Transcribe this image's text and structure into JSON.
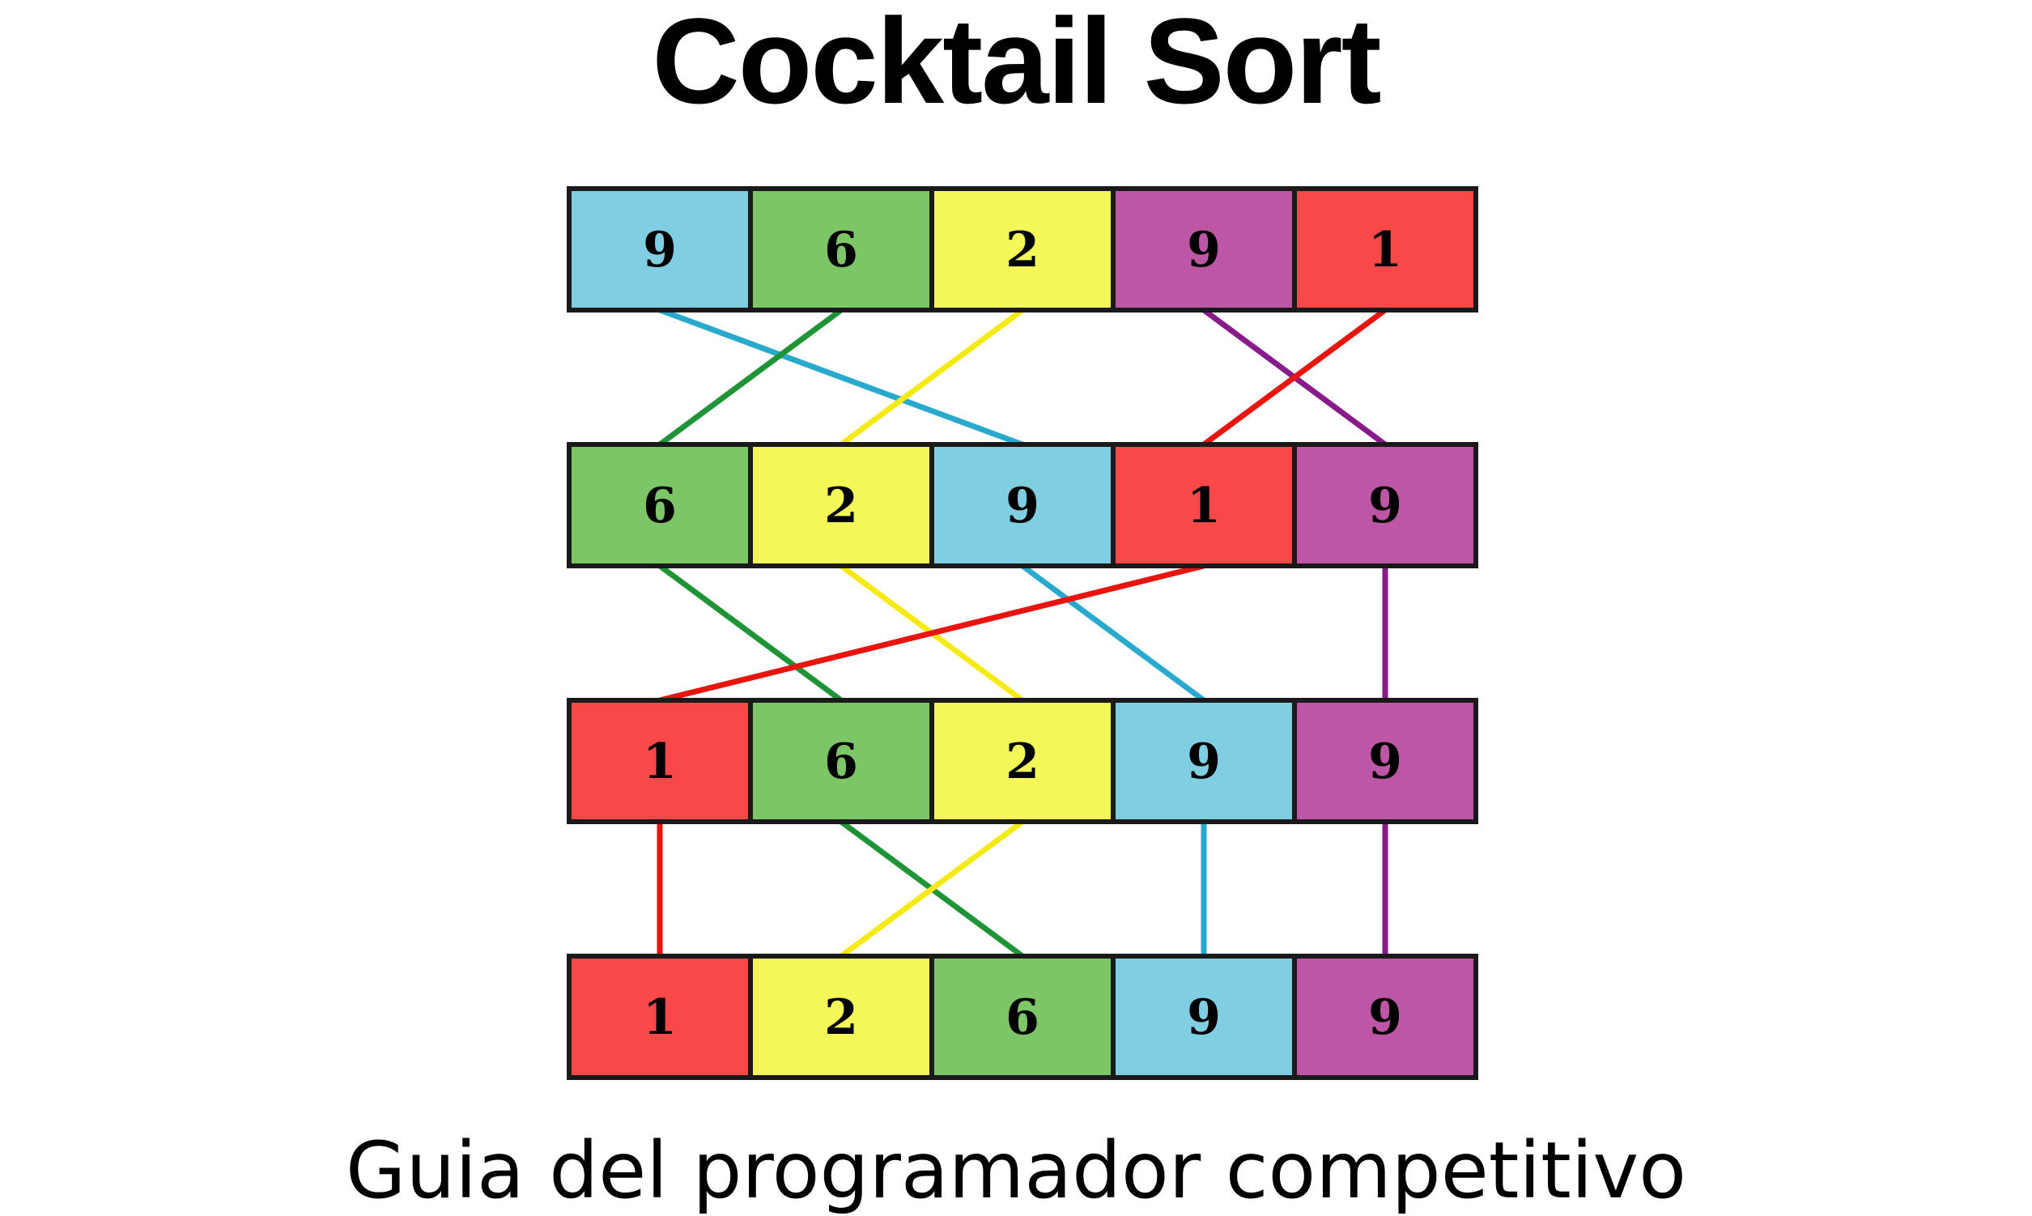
{
  "title": "Cocktail Sort",
  "subtitle": "Guia del programador competitivo",
  "palette": {
    "cyan": "#80CEE2",
    "green": "#7DC668",
    "yellow": "#F3F758",
    "magenta": "#BE56A6",
    "red": "#F84949",
    "border": "#1a1a1a"
  },
  "line_colors": {
    "cyan": "#2AA9CF",
    "green": "#1E9436",
    "yellow": "#F5EA13",
    "magenta": "#891A8C",
    "red": "#E8150F"
  },
  "rows": [
    {
      "cells": [
        {
          "value": "9",
          "color": "cyan"
        },
        {
          "value": "6",
          "color": "green"
        },
        {
          "value": "2",
          "color": "yellow"
        },
        {
          "value": "9",
          "color": "magenta"
        },
        {
          "value": "1",
          "color": "red"
        }
      ]
    },
    {
      "cells": [
        {
          "value": "6",
          "color": "green"
        },
        {
          "value": "2",
          "color": "yellow"
        },
        {
          "value": "9",
          "color": "cyan"
        },
        {
          "value": "1",
          "color": "red"
        },
        {
          "value": "9",
          "color": "magenta"
        }
      ]
    },
    {
      "cells": [
        {
          "value": "1",
          "color": "red"
        },
        {
          "value": "6",
          "color": "green"
        },
        {
          "value": "2",
          "color": "yellow"
        },
        {
          "value": "9",
          "color": "cyan"
        },
        {
          "value": "9",
          "color": "magenta"
        }
      ]
    },
    {
      "cells": [
        {
          "value": "1",
          "color": "red"
        },
        {
          "value": "2",
          "color": "yellow"
        },
        {
          "value": "6",
          "color": "green"
        },
        {
          "value": "9",
          "color": "cyan"
        },
        {
          "value": "9",
          "color": "magenta"
        }
      ]
    }
  ],
  "transitions": [
    {
      "moves": [
        {
          "color": "cyan",
          "from": 0,
          "to": 2
        },
        {
          "color": "green",
          "from": 1,
          "to": 0
        },
        {
          "color": "yellow",
          "from": 2,
          "to": 1
        },
        {
          "color": "magenta",
          "from": 3,
          "to": 4
        },
        {
          "color": "red",
          "from": 4,
          "to": 3
        }
      ]
    },
    {
      "moves": [
        {
          "color": "green",
          "from": 0,
          "to": 1
        },
        {
          "color": "yellow",
          "from": 1,
          "to": 2
        },
        {
          "color": "cyan",
          "from": 2,
          "to": 3
        },
        {
          "color": "red",
          "from": 3,
          "to": 0
        },
        {
          "color": "magenta",
          "from": 4,
          "to": 4
        }
      ]
    },
    {
      "moves": [
        {
          "color": "red",
          "from": 0,
          "to": 0
        },
        {
          "color": "green",
          "from": 1,
          "to": 2
        },
        {
          "color": "yellow",
          "from": 2,
          "to": 1
        },
        {
          "color": "cyan",
          "from": 3,
          "to": 3
        },
        {
          "color": "magenta",
          "from": 4,
          "to": 4
        }
      ]
    }
  ]
}
